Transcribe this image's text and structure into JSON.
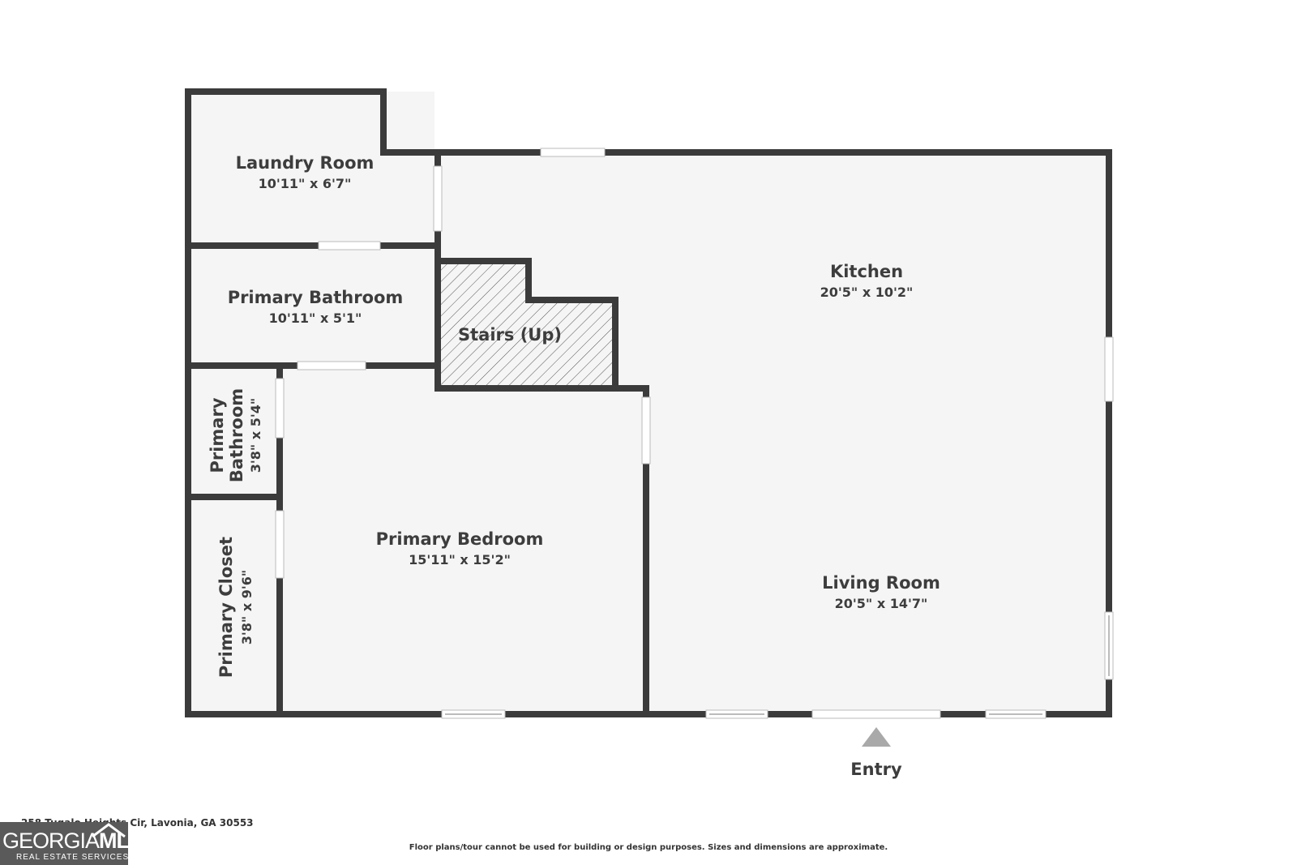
{
  "rooms": [
    {
      "name": "Laundry Room",
      "dims": "10'11\" x 6'7\""
    },
    {
      "name": "Primary Bathroom",
      "dims": "10'11\" x 5'1\""
    },
    {
      "name": "Stairs (Up)",
      "dims": ""
    },
    {
      "name": "Kitchen",
      "dims": "20'5\" x 10'2\""
    },
    {
      "name": "Living Room",
      "dims": "20'5\" x 14'7\""
    },
    {
      "name": "Primary Bedroom",
      "dims": "15'11\" x 15'2\""
    },
    {
      "name": "Primary Bathroom",
      "dims": "3'8\" x 5'4\""
    },
    {
      "name": "Primary Closet",
      "dims": "3'8\" x 9'6\""
    }
  ],
  "entry_label": "Entry",
  "address": "258 Tugalo Heights Cir, Lavonia, GA 30553",
  "disclaimer": "Floor plans/tour cannot be used for building or design purposes. Sizes and dimensions are approximate.",
  "logo": {
    "brand_a": "GEORGIA",
    "brand_b": "MLS",
    "sub": "REAL ESTATE SERVICES"
  },
  "colors": {
    "wall": "#3b3b3b",
    "floor": "#f5f5f5",
    "text": "#3d3d3d",
    "logo_bg": "#5a5a5a"
  }
}
